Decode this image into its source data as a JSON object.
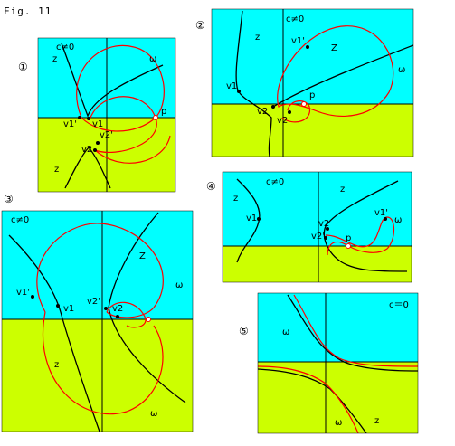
{
  "figure_label": "Fig. 11",
  "colors": {
    "upper": "#00ffff",
    "lower": "#ccff00",
    "curve_black": "#000000",
    "curve_red": "#ff0000",
    "point_white": "#ffffff"
  },
  "panels": [
    {
      "number": "①",
      "condition": "c≠0",
      "labels": {
        "z_top": "z",
        "z_bottom": "z",
        "omega": "ω",
        "v1": "v1",
        "v1p": "v1'",
        "v1s": "v1",
        "v2": "v2",
        "v2p": "v2'",
        "p": "p"
      }
    },
    {
      "number": "②",
      "condition": "c≠0",
      "labels": {
        "z_top": "z",
        "z_mid": "Z",
        "omega": "ω",
        "v1": "v1",
        "v1p": "v1'",
        "v2": "v2",
        "v2p": "v2'",
        "p": "p"
      }
    },
    {
      "number": "③",
      "condition": "c≠0",
      "labels": {
        "z_top": "Z",
        "z_bottom": "z",
        "omega_right": "ω",
        "omega_bottom": "ω",
        "v1": "v1",
        "v1p": "v1'",
        "v2": "v2",
        "v2p": "v2'"
      }
    },
    {
      "number": "④",
      "condition": "c≠0",
      "labels": {
        "z_top": "z",
        "z_left": "z",
        "omega": "ω",
        "v1": "v1",
        "v1p": "v1'",
        "v2": "v2",
        "v2p": "v2'",
        "p": "p"
      }
    },
    {
      "number": "⑤",
      "condition": "c＝0",
      "labels": {
        "omega_top": "ω",
        "omega_bottom": "ω",
        "z_bottom": "z"
      }
    }
  ]
}
